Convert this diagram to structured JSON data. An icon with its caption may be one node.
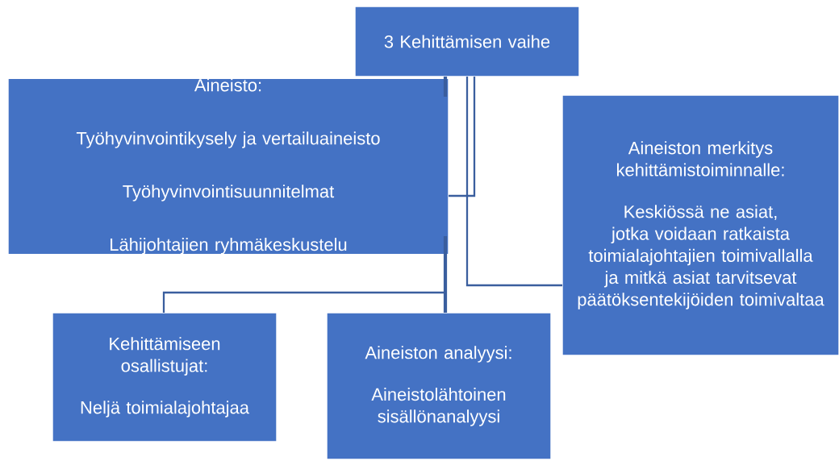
{
  "diagram": {
    "nodes": [
      {
        "text": [
          "3 Kehittämisen vaihe"
        ]
      },
      {
        "text": [
          "Aineisto:",
          "Työhyvinvointikysely ja vertailuaineisto",
          "Työhyvinvointisuunnitelmat",
          "Lähijohtajien ryhmäkeskustelu"
        ]
      },
      {
        "text": [
          "Aineiston merkitys kehittämistoiminnalle:",
          "Keskiössä ne asiat, jotka voidaan ratkaista toimialajohtajien toimivallalla ja mitkä asiat tarvitsevat päätöksentekijöiden toimivaltaa"
        ]
      },
      {
        "text": [
          "Kehittämiseen osallistujat:",
          "Neljä toimialajohtajaa"
        ]
      },
      {
        "text": [
          "Aineiston analyysi:",
          "Aineistolähtoinen sisällönanalyysi"
        ]
      }
    ],
    "edges": [
      {
        "from": 0,
        "to": 1,
        "arrow": "none",
        "style": "thick"
      },
      {
        "from": 0,
        "to": 1,
        "arrow": "none"
      },
      {
        "from": 0,
        "to": 2,
        "arrow": "none"
      },
      {
        "from": 1,
        "to": 3,
        "arrow": "none"
      },
      {
        "from": 1,
        "to": 4,
        "arrow": "none",
        "style": "thick"
      }
    ]
  }
}
